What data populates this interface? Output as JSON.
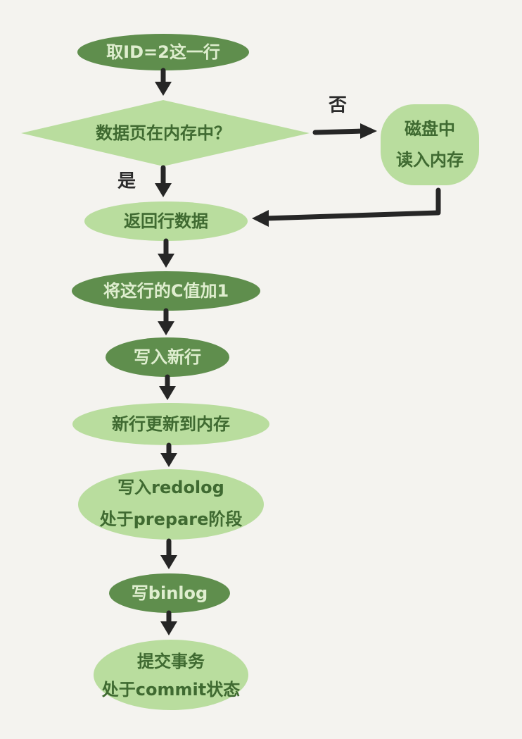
{
  "colors": {
    "dark_green": "#5f8e4d",
    "light_green": "#b9dd9e",
    "arrow": "#262626",
    "background": "#f4f3ef"
  },
  "nodes": {
    "start": "取ID=2这一行",
    "decision": "数据页在内存中？",
    "disk_read_line1": "磁盘中",
    "disk_read_line2": "读入内存",
    "return_row": "返回行数据",
    "increment": "将这行的C值加1",
    "write_row": "写入新行",
    "update_memory": "新行更新到内存",
    "redolog_line1": "写入redolog",
    "redolog_line2": "处于prepare阶段",
    "binlog": "写binlog",
    "commit_line1": "提交事务",
    "commit_line2": "处于commit状态"
  },
  "edges": {
    "no_label": "否",
    "yes_label": "是"
  }
}
